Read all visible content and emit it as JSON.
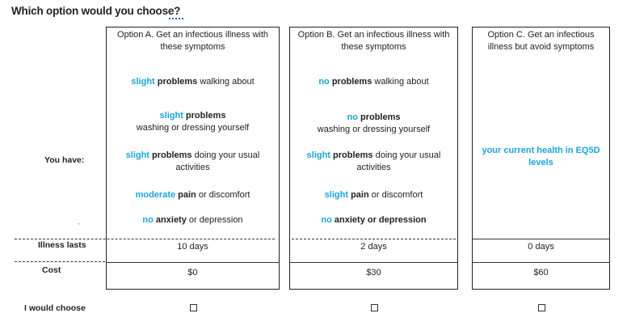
{
  "question": {
    "title": "Which option would you choose?"
  },
  "options": [
    {
      "id": "A",
      "header": "Option A. Get an infectious illness with these symptoms"
    },
    {
      "id": "B",
      "header": "Option B.  Get an infectious illness with these symptoms"
    },
    {
      "id": "C",
      "header": "Option C. Get an infectious illness but avoid symptoms"
    }
  ],
  "optA": {
    "s1_hl": "slight",
    "s1_b": "problems",
    "s1_rest": " walking about",
    "s2_hl": "slight",
    "s2_b": " problems",
    "s2_rest": "washing or dressing yourself",
    "s3_hl": "slight",
    "s3_b": " problems",
    "s3_rest": " doing your usual activities",
    "s4_hl": "moderate",
    "s4_b": " pain",
    "s4_rest": " or discomfort",
    "s5_hl": "no",
    "s5_b": " anxiety",
    "s5_rest": " or depression"
  },
  "optB": {
    "s1_hl": "no",
    "s1_b": " problems",
    "s1_rest": " walking about",
    "s2_hl": "no",
    "s2_b": " problems",
    "s2_rest": "washing or dressing yourself",
    "s3_hl": "slight",
    "s3_b": " problems",
    "s3_rest": " doing your usual activities",
    "s4_hl": "slight",
    "s4_b": " pain",
    "s4_rest": " or discomfort",
    "s5_hl": "no",
    "s5_b": " anxiety or depression",
    "s5_rest": ""
  },
  "optC": {
    "health": "your current health in EQ5D levels"
  },
  "rows": {
    "you_have": "You have:",
    "illness_lasts": "Illness lasts",
    "cost": "Cost",
    "choose": "I would choose",
    "stray_mark": "`"
  },
  "illness_lasts": [
    "10 days",
    "2 days",
    "0 days"
  ],
  "cost": [
    "$0",
    "$30",
    "$60"
  ],
  "colors": {
    "highlight": "#1aa6d9",
    "border": "#222222"
  }
}
